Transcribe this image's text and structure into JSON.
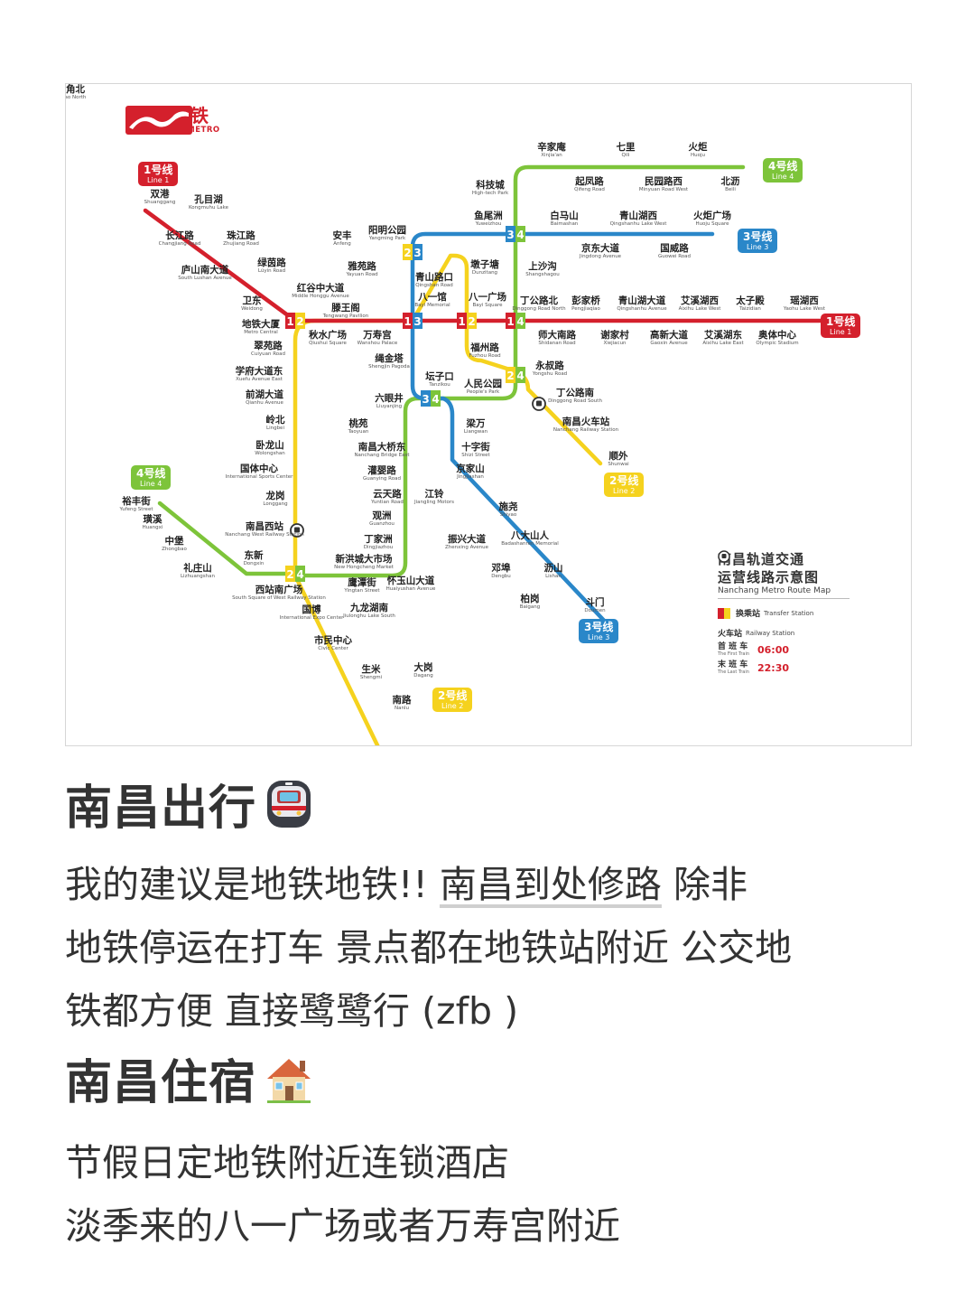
{
  "map": {
    "brand_cn": "南昌地铁",
    "brand_en": "NANCHANG METRO",
    "colors": {
      "line1": "#d4202c",
      "line2": "#f5d21e",
      "line3": "#2a87c9",
      "line4": "#7dc43a",
      "interchange": "#ef8a1e"
    },
    "badges": {
      "line1_top": {
        "cn": "1号线",
        "en": "Line 1"
      },
      "line1_right": {
        "cn": "1号线",
        "en": "Line 1"
      },
      "line2_bottom": {
        "cn": "2号线",
        "en": "Line 2"
      },
      "line2_right": {
        "cn": "2号线",
        "en": "Line 2"
      },
      "line3_right": {
        "cn": "3号线",
        "en": "Line 3"
      },
      "line3_bottom": {
        "cn": "3号线",
        "en": "Line 3"
      },
      "line4_top": {
        "cn": "4号线",
        "en": "Line 4"
      },
      "line4_left": {
        "cn": "4号线",
        "en": "Line 4"
      }
    },
    "stations": [
      {
        "cn": "双港",
        "en": "Shuanggang"
      },
      {
        "cn": "孔目湖",
        "en": "Kongmuhu Lake"
      },
      {
        "cn": "长江路",
        "en": "Changjiang Road"
      },
      {
        "cn": "珠江路",
        "en": "Zhujiang Road"
      },
      {
        "cn": "庐山南大道",
        "en": "South Lushan Avenue"
      },
      {
        "cn": "绿茵路",
        "en": "Lüyin Road"
      },
      {
        "cn": "卫东",
        "en": "Weidong"
      },
      {
        "cn": "地铁大厦",
        "en": "Metro Central"
      },
      {
        "cn": "秋水广场",
        "en": "Qiushui Square"
      },
      {
        "cn": "滕王阁",
        "en": "Tengwang Pavilion"
      },
      {
        "cn": "万寿宫",
        "en": "Wanshou Palace"
      },
      {
        "cn": "八一馆",
        "en": "Bayi Memorial"
      },
      {
        "cn": "八一广场",
        "en": "Bayi Square"
      },
      {
        "cn": "丁公路北",
        "en": "Dinggong Road North"
      },
      {
        "cn": "彭家桥",
        "en": "Pengjiaqiao"
      },
      {
        "cn": "青山湖大道",
        "en": "Qingshanhu Avenue"
      },
      {
        "cn": "艾溪湖西",
        "en": "Aixihu Lake West"
      },
      {
        "cn": "太子殿",
        "en": "Taizidian"
      },
      {
        "cn": "瑶湖西",
        "en": "Yaohu Lake West"
      },
      {
        "cn": "师大南路",
        "en": "Shidanan Road"
      },
      {
        "cn": "谢家村",
        "en": "Xiejiacun"
      },
      {
        "cn": "高新大道",
        "en": "Gaoxin Avenue"
      },
      {
        "cn": "艾溪湖东",
        "en": "Aixihu Lake East"
      },
      {
        "cn": "奥体中心",
        "en": "Olympic Stadium"
      },
      {
        "cn": "翠苑路",
        "en": "Cuiyuan Road"
      },
      {
        "cn": "学府大道东",
        "en": "Xuefu Avenue East"
      },
      {
        "cn": "前湖大道",
        "en": "Qianhu Avenue"
      },
      {
        "cn": "岭北",
        "en": "Lingbei"
      },
      {
        "cn": "卧龙山",
        "en": "Wolongshan"
      },
      {
        "cn": "国体中心",
        "en": "International Sports Center"
      },
      {
        "cn": "龙岗",
        "en": "Longgang"
      },
      {
        "cn": "南昌西站",
        "en": "Nanchang West Railway Station"
      },
      {
        "cn": "西站南广场",
        "en": "South Square of West Railway Station"
      },
      {
        "cn": "国博",
        "en": "International Expo Center"
      },
      {
        "cn": "市民中心",
        "en": "Civic Center"
      },
      {
        "cn": "生米",
        "en": "Shengmi"
      },
      {
        "cn": "南路",
        "en": "Nanlu"
      },
      {
        "cn": "大岗",
        "en": "Dagang"
      },
      {
        "cn": "九龙湖南",
        "en": "Jiulonghu Lake South"
      },
      {
        "cn": "鹰潭街",
        "en": "Yingtan Street"
      },
      {
        "cn": "安丰",
        "en": "Anfeng"
      },
      {
        "cn": "红谷中大道",
        "en": "Middle Honggu Avenue"
      },
      {
        "cn": "雅苑路",
        "en": "Yayuan Road"
      },
      {
        "cn": "阳明公园",
        "en": "Yangming Park"
      },
      {
        "cn": "青山路口",
        "en": "Qingshan Road"
      },
      {
        "cn": "墩子塘",
        "en": "Dunzitang"
      },
      {
        "cn": "福州路",
        "en": "Fuzhou Road"
      },
      {
        "cn": "永叔路",
        "en": "Yongshu Road"
      },
      {
        "cn": "丁公路南",
        "en": "Dinggong Road South"
      },
      {
        "cn": "南昌火车站",
        "en": "Nanchang Railway Station"
      },
      {
        "cn": "顺外",
        "en": "Shunwai"
      },
      {
        "cn": "辛家庵",
        "en": "Xinjia'an"
      },
      {
        "cn": "七里",
        "en": "Qili"
      },
      {
        "cn": "火炬",
        "en": "Huoju"
      },
      {
        "cn": "科技城",
        "en": "High-tech Park"
      },
      {
        "cn": "起凤路",
        "en": "Qifeng Road"
      },
      {
        "cn": "民园路西",
        "en": "Minyuan Road West"
      },
      {
        "cn": "北沥",
        "en": "Beili"
      },
      {
        "cn": "鱼尾洲",
        "en": "Yuweizhou"
      },
      {
        "cn": "上沙沟",
        "en": "Shangshagou"
      },
      {
        "cn": "人民公园",
        "en": "People's Park"
      },
      {
        "cn": "坛子口",
        "en": "Tanzikou"
      },
      {
        "cn": "绳金塔",
        "en": "Shengjin Pagoda"
      },
      {
        "cn": "六眼井",
        "en": "Liuyanjing"
      },
      {
        "cn": "桃苑",
        "en": "Taoyuan"
      },
      {
        "cn": "南昌大桥东",
        "en": "Nanchang Bridge East"
      },
      {
        "cn": "灌婴路",
        "en": "Guanying Road"
      },
      {
        "cn": "云天路",
        "en": "Yuntian Road"
      },
      {
        "cn": "观洲",
        "en": "Guanzhou"
      },
      {
        "cn": "丁家洲",
        "en": "Dingjiazhou"
      },
      {
        "cn": "新洪城大市场",
        "en": "New Hongcheng Market"
      },
      {
        "cn": "怀玉山大道",
        "en": "Huaiyushan Avenue"
      },
      {
        "cn": "东新",
        "en": "Dongxin"
      },
      {
        "cn": "礼庄山",
        "en": "Lizhuangshan"
      },
      {
        "cn": "中堡",
        "en": "Zhongbao"
      },
      {
        "cn": "璜溪",
        "en": "Huangxi"
      },
      {
        "cn": "裕丰街",
        "en": "Yufeng Street"
      },
      {
        "cn": "白马山",
        "en": "Baimashan"
      },
      {
        "cn": "青山湖西",
        "en": "Qingshanhu Lake West"
      },
      {
        "cn": "火炬广场",
        "en": "Huoju Square"
      },
      {
        "cn": "京东大道",
        "en": "Jingdong Avenue"
      },
      {
        "cn": "国威路",
        "en": "Guowei Road"
      },
      {
        "cn": "梁万",
        "en": "Liangwan"
      },
      {
        "cn": "十字街",
        "en": "Shizi Street"
      },
      {
        "cn": "京家山",
        "en": "Jingjiashan"
      },
      {
        "cn": "江铃",
        "en": "Jiangling Motors"
      },
      {
        "cn": "施尧",
        "en": "Shiyao"
      },
      {
        "cn": "八大山人",
        "en": "Badashanren Memorial"
      },
      {
        "cn": "振兴大道",
        "en": "Zhenxing Avenue"
      },
      {
        "cn": "邓埠",
        "en": "Dengbu"
      },
      {
        "cn": "沥山",
        "en": "Lishan"
      },
      {
        "cn": "柏岗",
        "en": "Baigang"
      },
      {
        "cn": "斗门",
        "en": "Doumen"
      },
      {
        "cn": "银三角北",
        "en": "Yinsanjiao North"
      }
    ],
    "legend": {
      "title_line1": "南昌轨道交通",
      "title_line2": "运营线路示意图",
      "subtitle": "Nanchang Metro Route Map",
      "transfer_cn": "换乘站",
      "transfer_en": "Transfer Station",
      "railway_cn": "火车站",
      "railway_en": "Railway Station",
      "first_train_cn": "首 班 车",
      "first_train_en": "The First Train",
      "first_train_time": "06:00",
      "last_train_cn": "末 班 车",
      "last_train_en": "The Last Train",
      "last_train_time": "22:30"
    }
  },
  "sections": {
    "travel_title": "南昌出行",
    "travel_icon": "metro-train-emoji",
    "travel_line1_a": "我的建议是地铁地铁!!",
    "travel_line1_b": "南昌到处修路",
    "travel_line1_c": "除非",
    "travel_line2": "地铁停运在打车 景点都在地铁站附近 公交地",
    "travel_line3": "铁都方便 直接鹭鹭行 (zfb )",
    "stay_title": "南昌住宿",
    "stay_icon": "house-emoji",
    "stay_line1": "节假日定地铁附近连锁酒店",
    "stay_line2": "淡季来的八一广场或者万寿宫附近"
  }
}
